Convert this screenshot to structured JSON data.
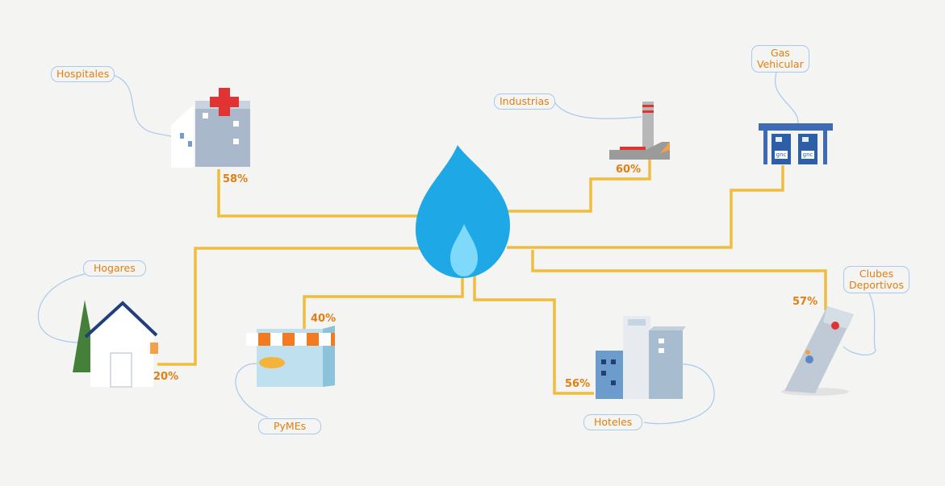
{
  "nodes": {
    "hospitales": {
      "label": "Hospitales",
      "value": "58%"
    },
    "industrias": {
      "label": "Industrias",
      "value": "60%"
    },
    "gas_vehicular": {
      "label_line1": "Gas",
      "label_line2": "Vehicular"
    },
    "hogares": {
      "label": "Hogares",
      "value": "20%"
    },
    "pymes": {
      "label": "PyMEs",
      "value": "40%"
    },
    "hoteles": {
      "label": "Hoteles",
      "value": "56%"
    },
    "clubes_deportivos": {
      "label_line1": "Clubes",
      "label_line2": "Deportivos",
      "value": "57%"
    }
  },
  "station_sign": "gnc",
  "colors": {
    "connector": "#f0bd3e",
    "label_text": "#e07f12",
    "label_border": "#a9c8ee",
    "flame": "#1ea9e6",
    "flame_inner": "#7fd9fb",
    "background": "#f4f4f2"
  }
}
